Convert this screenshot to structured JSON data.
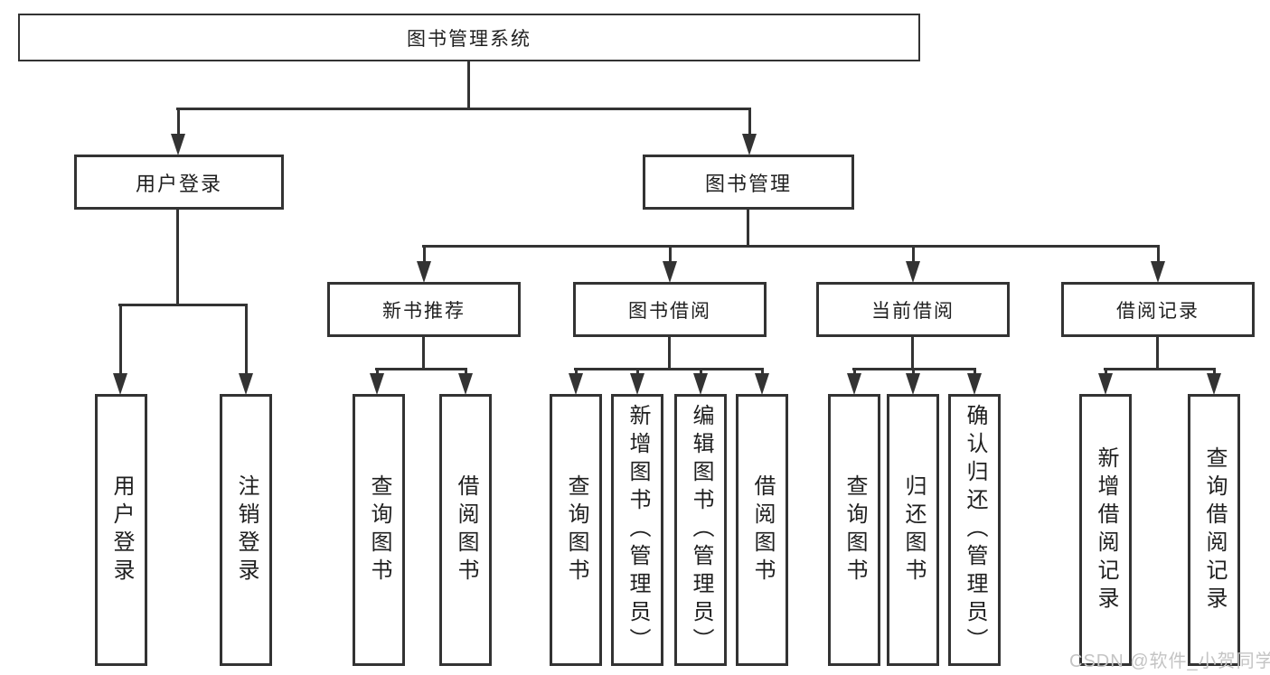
{
  "diagram": {
    "title_node": {
      "label": "图书管理系统"
    },
    "level2": [
      {
        "label": "用户登录"
      },
      {
        "label": "图书管理"
      }
    ],
    "level3": [
      {
        "label": "新书推荐"
      },
      {
        "label": "图书借阅"
      },
      {
        "label": "当前借阅"
      },
      {
        "label": "借阅记录"
      }
    ],
    "leaves": {
      "user_login": [
        {
          "label": "用户登录"
        },
        {
          "label": "注销登录"
        }
      ],
      "new_book": [
        {
          "label": "查询图书"
        },
        {
          "label": "借阅图书"
        }
      ],
      "book_borrow": [
        {
          "label": "查询图书"
        },
        {
          "label": "新增图书（管理员）"
        },
        {
          "label": "编辑图书（管理员）"
        },
        {
          "label": "借阅图书"
        }
      ],
      "current_borrow": [
        {
          "label": "查询图书"
        },
        {
          "label": "归还图书"
        },
        {
          "label": "确认归还（管理员）"
        }
      ],
      "borrow_record": [
        {
          "label": "新增借阅记录"
        },
        {
          "label": "查询借阅记录"
        }
      ]
    },
    "watermark": "CSDN @软件_小贺同学",
    "colors": {
      "line": "#333333",
      "text": "#1f1f1f",
      "watermark": "#c4c4c4",
      "background": "#ffffff"
    }
  }
}
